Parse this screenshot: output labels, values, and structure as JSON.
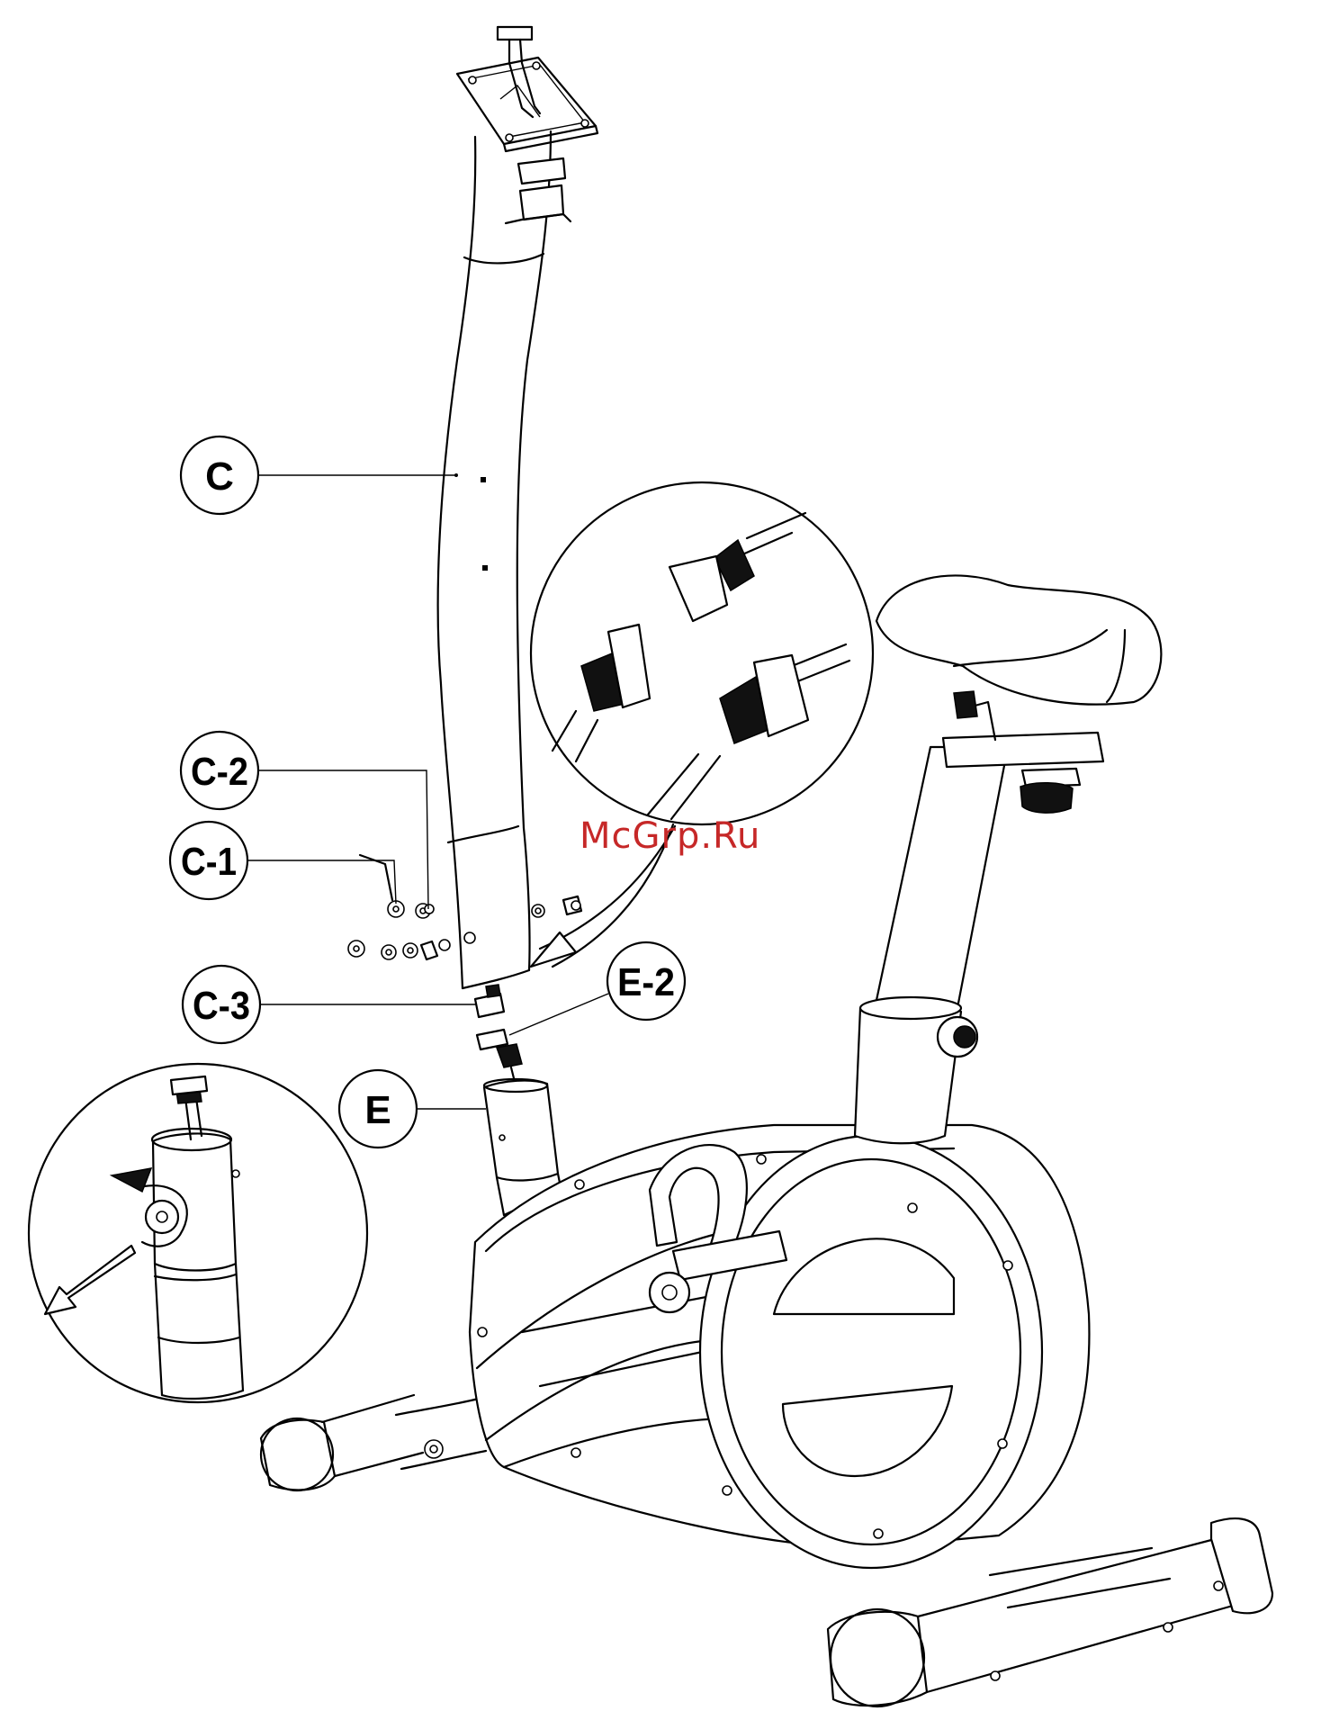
{
  "labels": {
    "c": "C",
    "c2": "C-2",
    "c1": "C-1",
    "c3": "C-3",
    "e2": "E-2",
    "e": "E"
  },
  "watermark": "McGrp.Ru",
  "colors": {
    "line": "#000000",
    "background": "#ffffff",
    "watermark": "#c62828"
  }
}
